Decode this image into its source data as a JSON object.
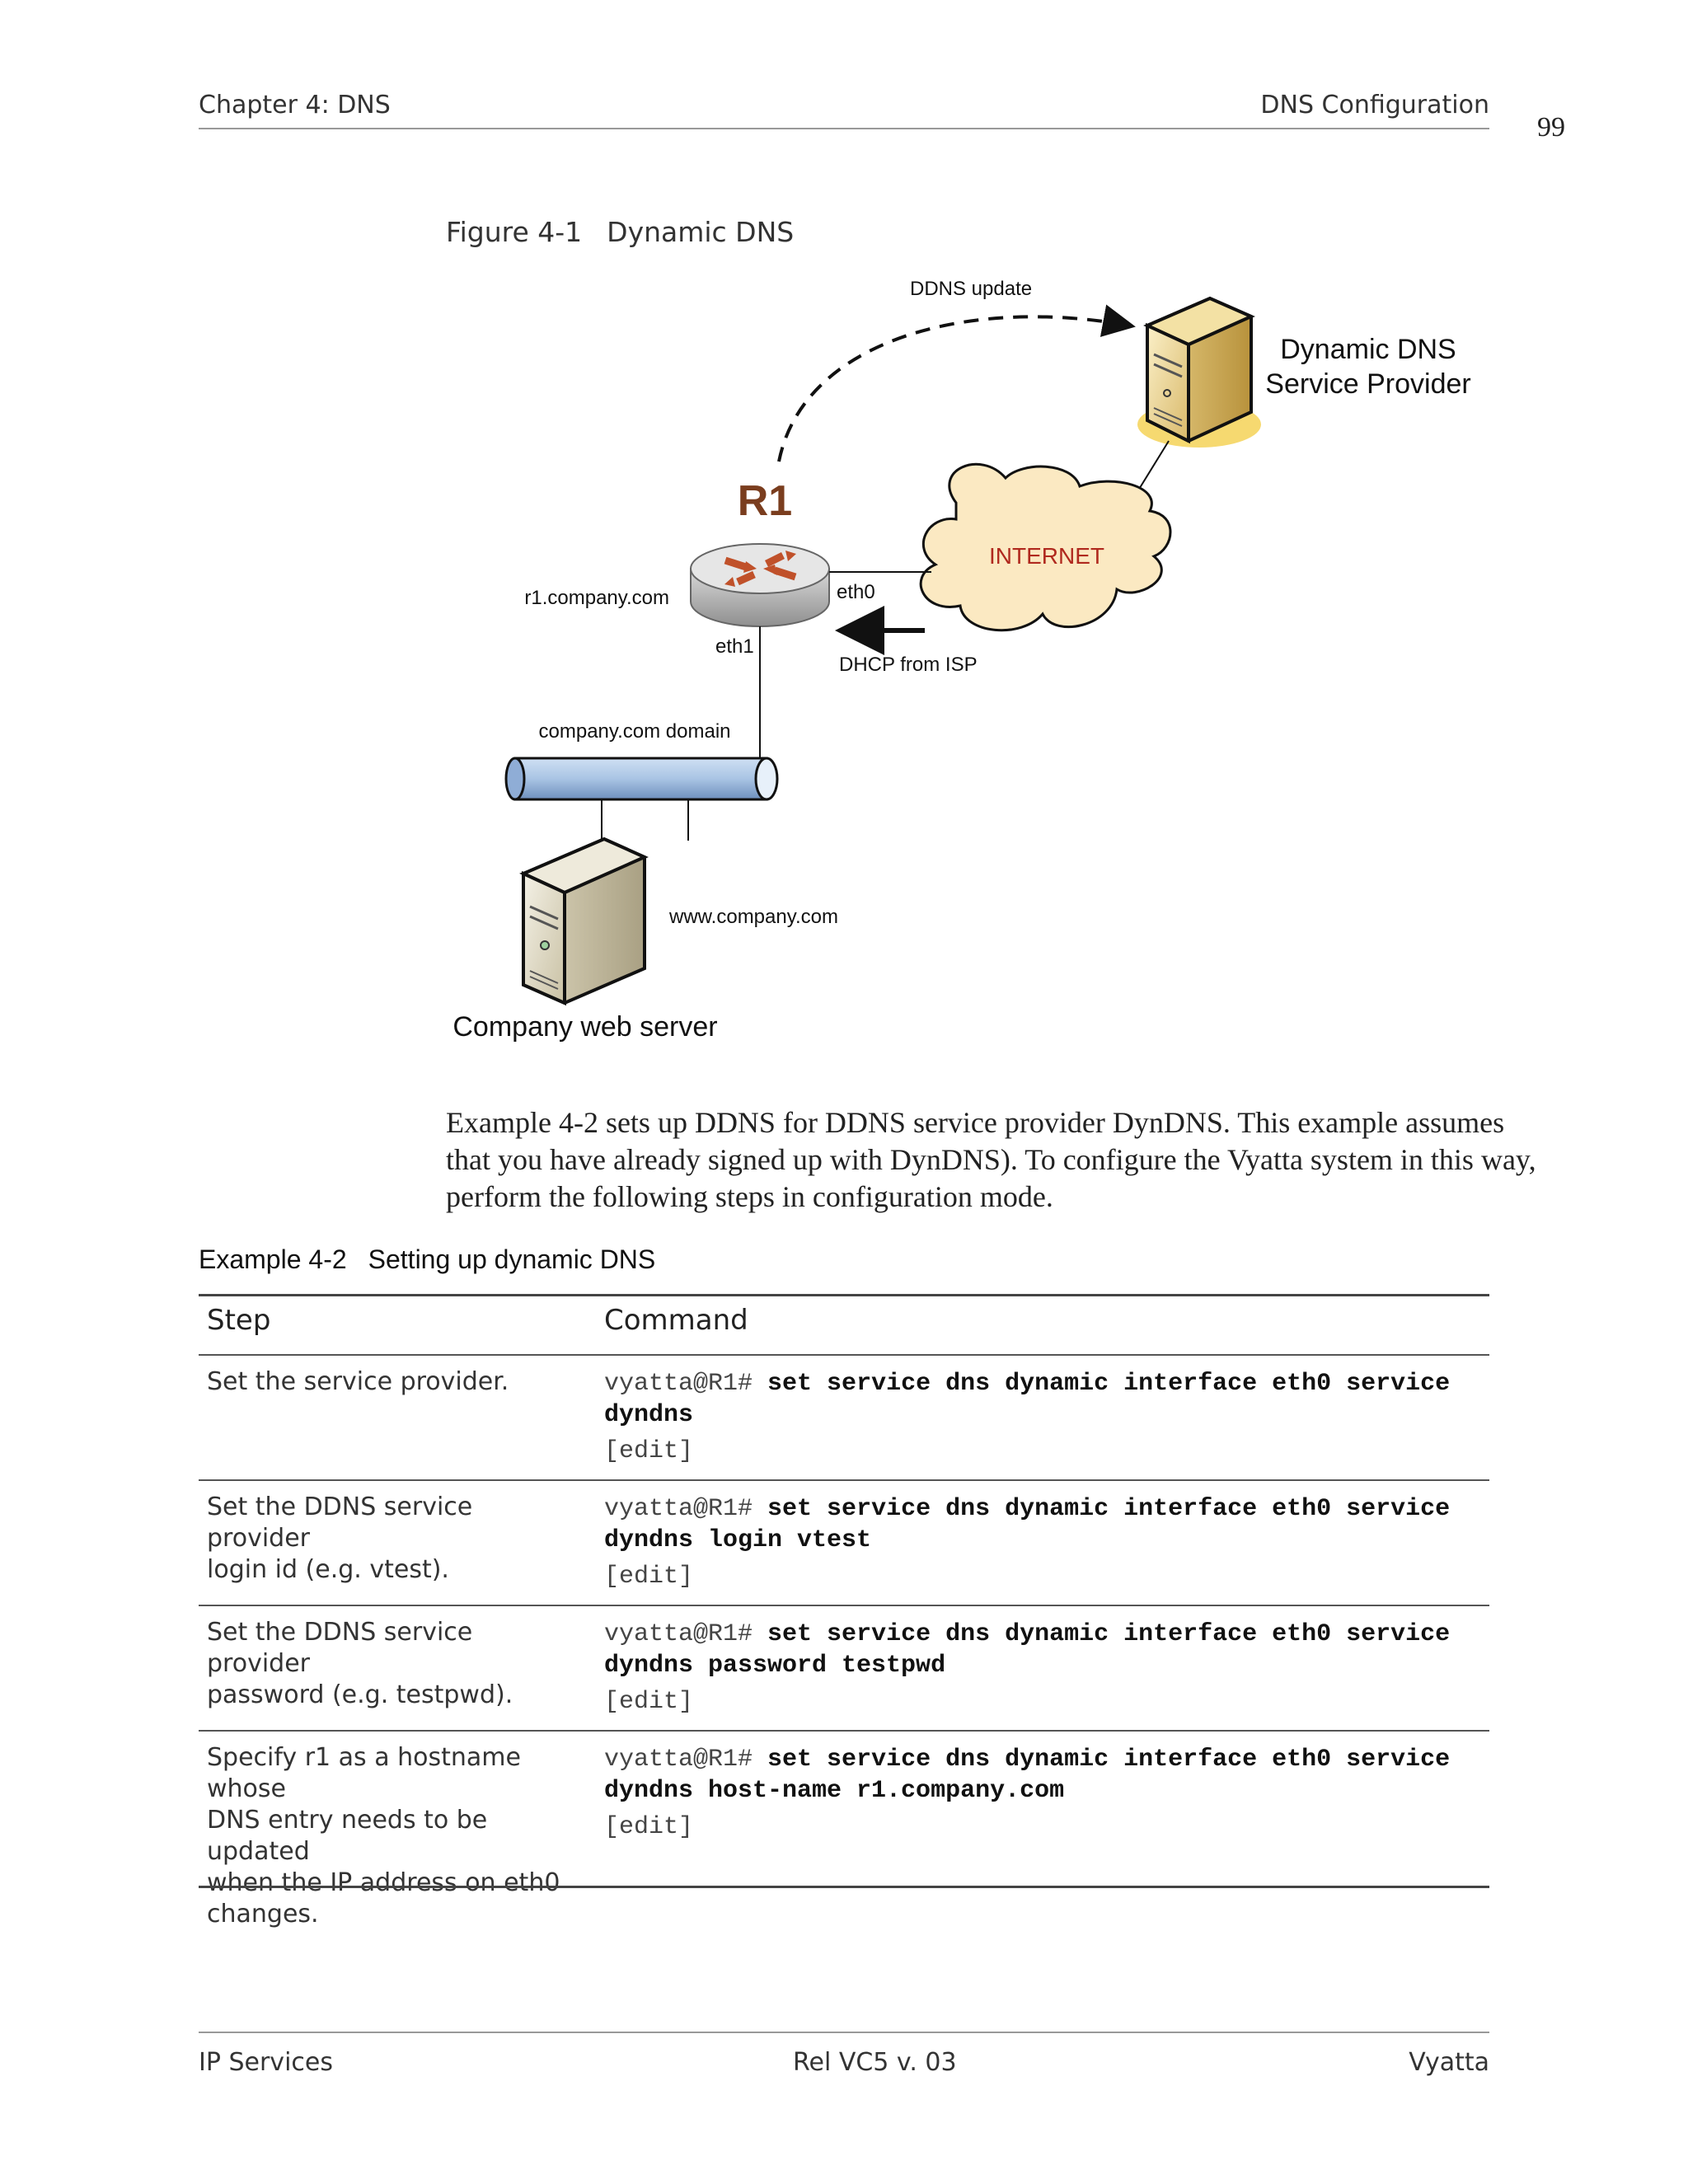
{
  "header": {
    "chapter": "Chapter 4: DNS",
    "section": "DNS Configuration",
    "page_number": "99"
  },
  "figure": {
    "number": "Figure 4-1",
    "title": "Dynamic DNS",
    "labels": {
      "ddns_update": "DDNS update",
      "provider_line1": "Dynamic DNS",
      "provider_line2": "Service Provider",
      "router": "R1",
      "internet": "INTERNET",
      "router_host": "r1.company.com",
      "eth0": "eth0",
      "eth1": "eth1",
      "dhcp": "DHCP from ISP",
      "domain": "company.com domain",
      "www": "www.company.com",
      "web_server": "Company web server"
    },
    "colors": {
      "router_title": "#7a3d1e",
      "internet_text": "#b0291e",
      "cloud_fill": "#fbe9c2",
      "pipe_fill": "#a9c4e4"
    }
  },
  "paragraph": {
    "lines": [
      "Example 4-2 sets up DDNS for DDNS service provider DynDNS. This example assumes",
      "that you have already signed up with DynDNS). To configure the Vyatta system in this way,",
      "perform the following steps in configuration mode."
    ]
  },
  "example": {
    "number": "Example 4-2",
    "title": "Setting up dynamic DNS",
    "headers": {
      "step": "Step",
      "command": "Command"
    },
    "rows": [
      {
        "step_lines": [
          "Set the service provider."
        ],
        "prompt": "vyatta@R1# ",
        "cmd_line1": "set service dns dynamic interface eth0 service",
        "cmd_line2": "dyndns",
        "edit": "[edit]"
      },
      {
        "step_lines": [
          "Set the DDNS service provider",
          "login id (e.g. vtest)."
        ],
        "prompt": "vyatta@R1# ",
        "cmd_line1": "set service dns dynamic interface eth0 service",
        "cmd_line2": "dyndns login vtest",
        "edit": "[edit]"
      },
      {
        "step_lines": [
          "Set the DDNS service provider",
          "password (e.g. testpwd)."
        ],
        "prompt": "vyatta@R1# ",
        "cmd_line1": "set service dns dynamic interface eth0 service",
        "cmd_line2": "dyndns password testpwd",
        "edit": "[edit]"
      },
      {
        "step_lines": [
          "Specify r1 as a hostname whose",
          "DNS entry needs to be updated",
          "when the IP address on eth0",
          "changes."
        ],
        "prompt": "vyatta@R1# ",
        "cmd_line1": "set service dns dynamic interface eth0 service",
        "cmd_line2": "dyndns host-name r1.company.com",
        "edit": "[edit]"
      }
    ]
  },
  "footer": {
    "left": "IP Services",
    "center": "Rel VC5 v. 03",
    "right": "Vyatta"
  }
}
